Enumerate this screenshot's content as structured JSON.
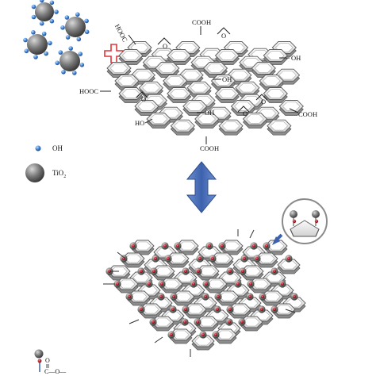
{
  "legend": {
    "oh_label": "OH",
    "tio2_label": "TiO",
    "tio2_subscript": "2",
    "bond_label": "C—O—",
    "carbonyl_o": "O"
  },
  "go_sheet": {
    "groups": [
      {
        "id": "cooh-top",
        "text": "COOH"
      },
      {
        "id": "hooc-topleft",
        "text": "HOOC"
      },
      {
        "id": "oh-right",
        "text": "OH"
      },
      {
        "id": "hooc-left",
        "text": "HOOC"
      },
      {
        "id": "oh-center",
        "text": "OH"
      },
      {
        "id": "oh-mid",
        "text": "OH"
      },
      {
        "id": "ho-left",
        "text": "HO"
      },
      {
        "id": "cooh-right",
        "text": "COOH"
      },
      {
        "id": "cooh-bottom",
        "text": "COOH"
      },
      {
        "id": "epoxy-1",
        "text": "O"
      },
      {
        "id": "epoxy-2",
        "text": "O"
      },
      {
        "id": "epoxy-3",
        "text": "O"
      },
      {
        "id": "epoxy-4",
        "text": "O"
      },
      {
        "id": "epoxy-5",
        "text": "O"
      }
    ]
  },
  "colors": {
    "arrow": "#4a6fb5",
    "plus": "#e0353a",
    "hydroxyl": "#4a86c8",
    "tio2": "#6f6f6f",
    "anchor": "#b0202a",
    "ring_stroke": "#6a6a6a",
    "ring_fill": "#e6e6e6"
  },
  "icons": [
    "tio2-nanoparticle-icon",
    "hydroxyl-dot-icon",
    "plus-icon",
    "double-arrow-icon",
    "magnifier-icon"
  ]
}
